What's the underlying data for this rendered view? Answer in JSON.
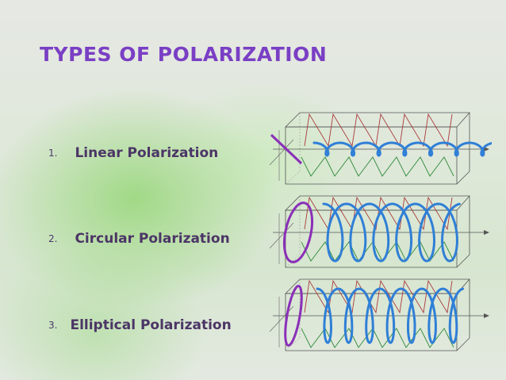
{
  "title": "TYPES OF POLARIZATION",
  "items": [
    {
      "number": "1.",
      "label": "Linear Polarization"
    },
    {
      "number": "2.",
      "label": "Circular Polarization"
    },
    {
      "number": "3.",
      "label": "Elliptical Polarization"
    }
  ],
  "colors": {
    "title": "#7a3fc4",
    "wave_main": "#2f7fd6",
    "wave_front": "#8a2fb8",
    "e_field": "#a83a3a",
    "b_field": "#2f8a3a"
  }
}
